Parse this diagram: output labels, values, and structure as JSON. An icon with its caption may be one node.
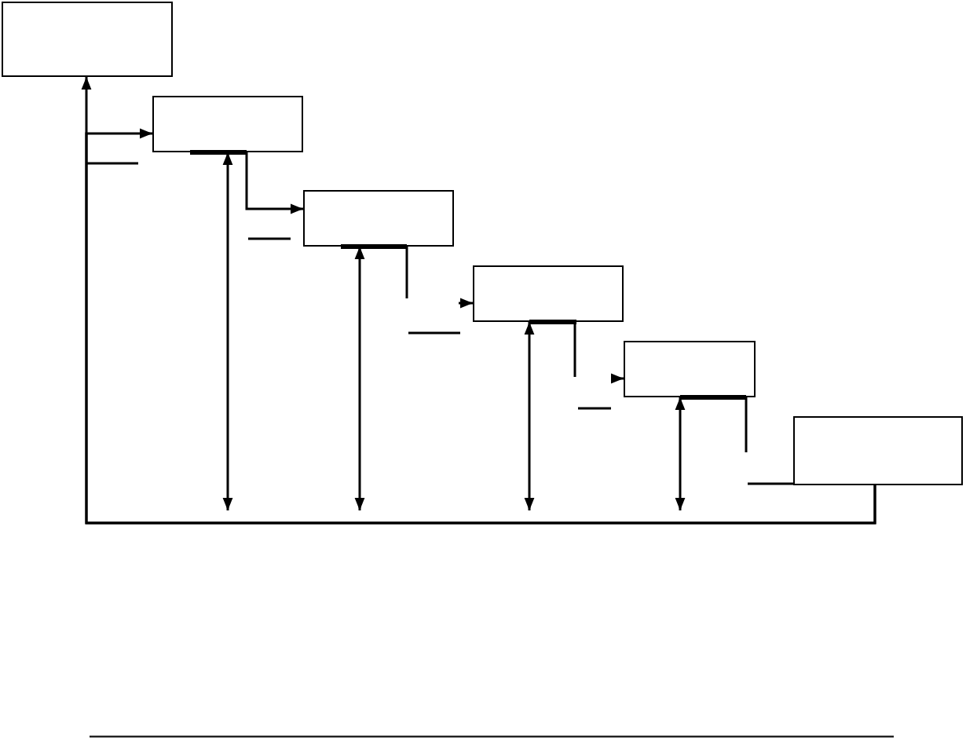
{
  "diagram": {
    "nodes": [
      {
        "text": [],
        "shape": "box"
      },
      {
        "text": [],
        "shape": "box"
      },
      {
        "text": [],
        "shape": "box"
      },
      {
        "text": [],
        "shape": "box"
      },
      {
        "text": [],
        "shape": "box"
      },
      {
        "text": [],
        "shape": "box"
      }
    ],
    "edges": [
      {
        "from": 5,
        "to": 0,
        "arrow": "to"
      },
      {
        "from": 5,
        "to": 1,
        "arrow": "to"
      },
      {
        "from": 1,
        "to": 2,
        "arrow": "to"
      },
      {
        "from": 2,
        "to": null,
        "arrow": "none"
      },
      {
        "from": null,
        "to": 3,
        "arrow": "to"
      },
      {
        "from": 3,
        "to": null,
        "arrow": "none"
      },
      {
        "from": null,
        "to": 4,
        "arrow": "to"
      },
      {
        "from": 4,
        "to": null,
        "arrow": "none"
      },
      {
        "from": null,
        "to": 5,
        "arrow": "none"
      },
      {
        "from": null,
        "to": 1,
        "arrow": "both"
      },
      {
        "from": null,
        "to": 2,
        "arrow": "both"
      },
      {
        "from": null,
        "to": 3,
        "arrow": "both"
      },
      {
        "from": null,
        "to": 4,
        "arrow": "both"
      }
    ]
  }
}
